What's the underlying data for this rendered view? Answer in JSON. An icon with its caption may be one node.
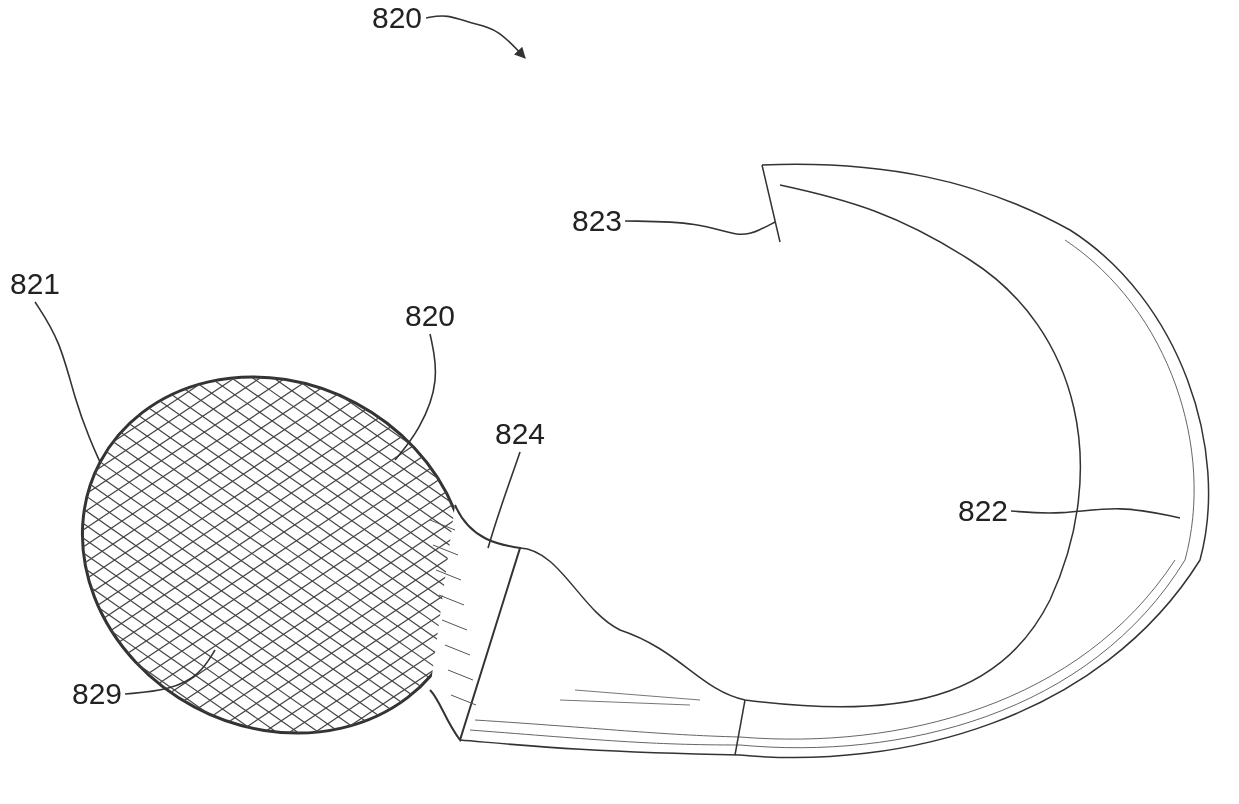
{
  "diagram": {
    "nodes": [
      {
        "text": [
          "820"
        ]
      },
      {
        "text": [
          "823"
        ]
      },
      {
        "text": [
          "821"
        ]
      },
      {
        "text": [
          "820"
        ]
      },
      {
        "text": [
          "824"
        ]
      },
      {
        "text": [
          "822"
        ]
      },
      {
        "text": [
          "829"
        ]
      }
    ],
    "edges": [
      {
        "from": 0,
        "to": null,
        "arrow": "to"
      },
      {
        "from": 1,
        "to": null,
        "arrow": "none"
      },
      {
        "from": 2,
        "to": null,
        "arrow": "none"
      },
      {
        "from": 3,
        "to": null,
        "arrow": "none"
      },
      {
        "from": 4,
        "to": null,
        "arrow": "none"
      },
      {
        "from": 5,
        "to": null,
        "arrow": "none"
      },
      {
        "from": 6,
        "to": null,
        "arrow": "none"
      }
    ]
  }
}
